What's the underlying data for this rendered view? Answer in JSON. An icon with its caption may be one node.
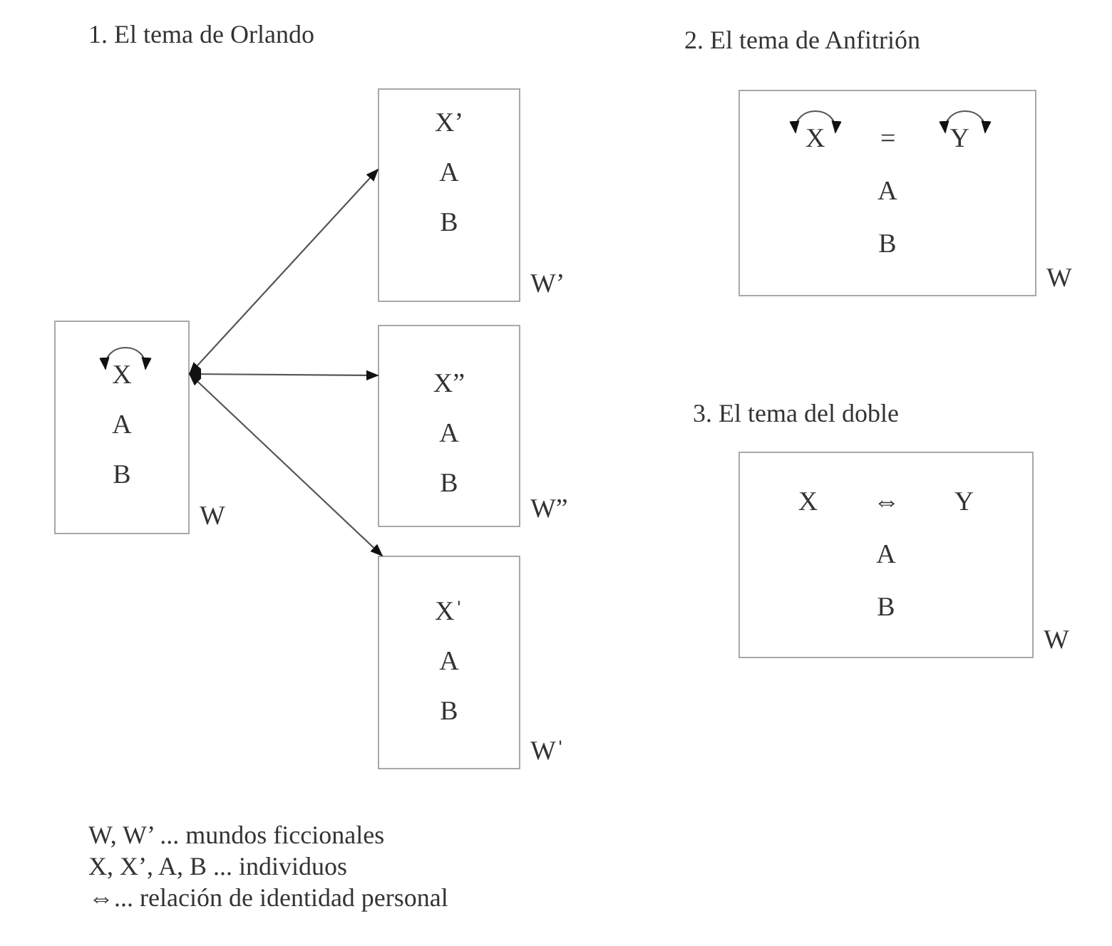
{
  "diagram": {
    "nodes": [
      {
        "text": [
          "X",
          "A",
          "B"
        ],
        "beside": [
          "W"
        ]
      },
      {
        "text": [
          "X’",
          "A",
          "B"
        ],
        "beside": [
          "W’"
        ]
      },
      {
        "text": [
          "X”",
          "A",
          "B"
        ],
        "beside": [
          "W”"
        ]
      },
      {
        "text": [
          "Xˈ",
          "A",
          "B"
        ],
        "beside": [
          "Wˈ"
        ]
      },
      {
        "text": [
          "X = Y",
          "A",
          "B"
        ],
        "beside": [
          "W"
        ]
      },
      {
        "text": [
          "X ⇔ Y",
          "A",
          "B"
        ],
        "beside": [
          "W"
        ]
      }
    ],
    "edges": [
      {
        "from": 0,
        "to": 0,
        "arrow": "both"
      },
      {
        "from": 0,
        "to": 1,
        "arrow": "both"
      },
      {
        "from": 0,
        "to": 2,
        "arrow": "both"
      },
      {
        "from": 0,
        "to": 3,
        "arrow": "both"
      },
      {
        "from": 4,
        "to": 4,
        "arrow": "both"
      },
      {
        "from": 4,
        "to": 4,
        "arrow": "both"
      }
    ],
    "labels": [
      "1. El tema de Orlando",
      "2. El tema de Anfitrión",
      "3. El tema del doble",
      "W, W’ ... mundos ficcionales",
      "X, X’, A, B ... individuos",
      "⇔... relación de identidad personal"
    ]
  }
}
